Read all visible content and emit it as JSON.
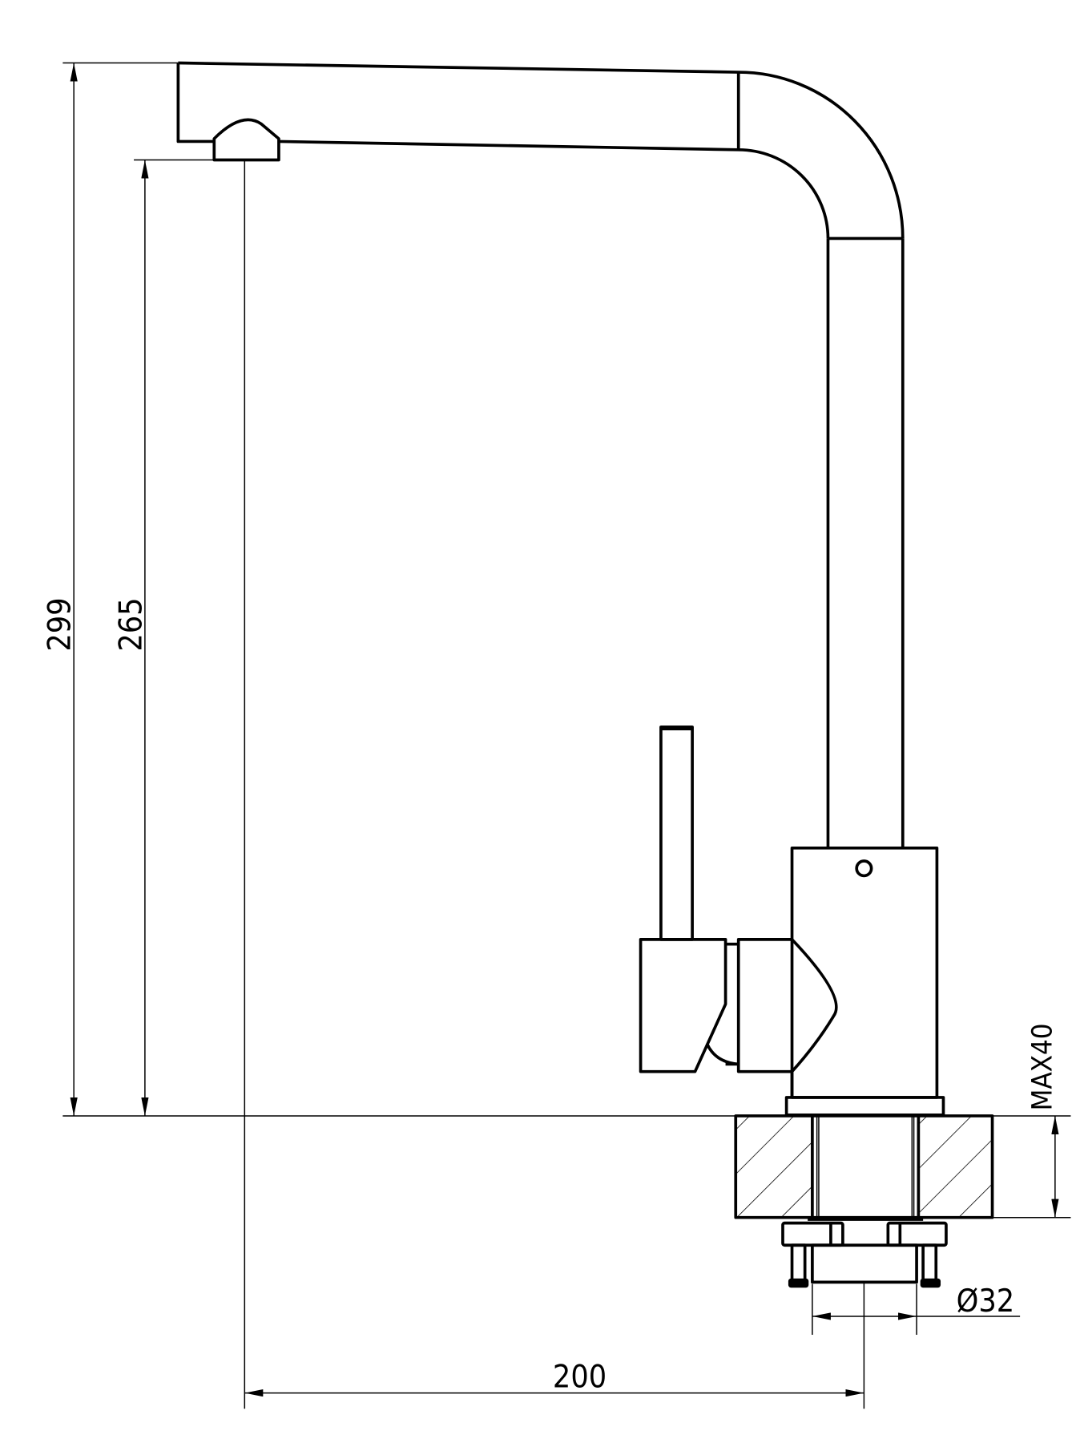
{
  "drawing": {
    "title": "Kitchen faucet side view technical drawing",
    "dimensions": {
      "total_height": "299",
      "spout_height": "265",
      "reach": "200",
      "hole_diameter": "Ø32",
      "max_counter_thickness": "MAX40"
    },
    "colors": {
      "line": "#000000",
      "background": "#ffffff"
    }
  }
}
